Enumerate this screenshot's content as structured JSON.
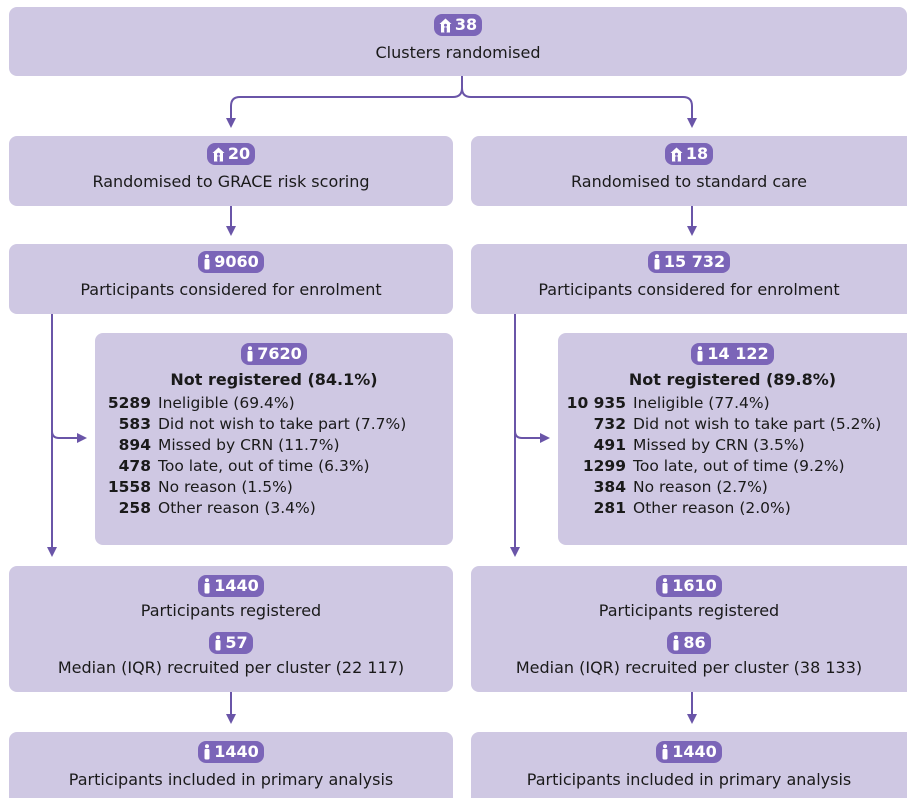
{
  "top": {
    "count": "38",
    "label": "Clusters randomised"
  },
  "arms": [
    {
      "randomised": {
        "count": "20",
        "label": "Randomised to GRACE risk scoring"
      },
      "considered": {
        "count": "9060",
        "label": "Participants considered for enrolment"
      },
      "not_registered": {
        "count": "7620",
        "title": "Not registered (84.1%)",
        "reasons": [
          {
            "n": "5289",
            "label": "Ineligible (69.4%)"
          },
          {
            "n": "583",
            "label": "Did not wish to take part (7.7%)"
          },
          {
            "n": "894",
            "label": "Missed by CRN (11.7%)"
          },
          {
            "n": "478",
            "label": "Too late, out of time (6.3%)"
          },
          {
            "n": "1558",
            "label": "No reason (1.5%)"
          },
          {
            "n": "258",
            "label": "Other reason (3.4%)"
          }
        ]
      },
      "registered": {
        "count": "1440",
        "label": "Participants registered",
        "median_count": "57",
        "median_label": "Median (IQR) recruited per cluster (22 117)"
      },
      "analysis": {
        "count": "1440",
        "label": "Participants included in primary analysis"
      }
    },
    {
      "randomised": {
        "count": "18",
        "label": "Randomised to standard care"
      },
      "considered": {
        "count": "15 732",
        "label": "Participants considered for enrolment"
      },
      "not_registered": {
        "count": "14 122",
        "title": "Not registered (89.8%)",
        "reasons": [
          {
            "n": "10 935",
            "label": "Ineligible (77.4%)"
          },
          {
            "n": "732",
            "label": "Did not wish to take part (5.2%)"
          },
          {
            "n": "491",
            "label": "Missed by CRN (3.5%)"
          },
          {
            "n": "1299",
            "label": "Too late, out of time (9.2%)"
          },
          {
            "n": "384",
            "label": "No reason (2.7%)"
          },
          {
            "n": "281",
            "label": "Other reason (2.0%)"
          }
        ]
      },
      "registered": {
        "count": "1610",
        "label": "Participants registered",
        "median_count": "86",
        "median_label": "Median (IQR) recruited per cluster (38 133)"
      },
      "analysis": {
        "count": "1440",
        "label": "Participants included in primary analysis"
      }
    }
  ],
  "colors": {
    "box": "#cfc8e3",
    "accent": "#7b65b8",
    "arrow": "#6a55a8"
  },
  "icons": {
    "cluster": "house-person-icon",
    "participant": "person-icon"
  }
}
